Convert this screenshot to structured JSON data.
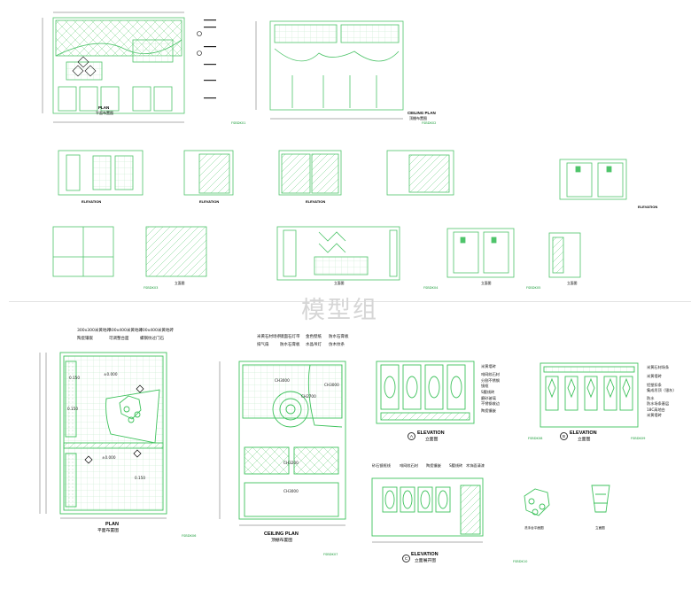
{
  "watermark": "模型组",
  "top": {
    "plan_title": "PLAN",
    "plan_sub": "平面布置图",
    "ceiling_title": "CEILING PLAN",
    "ceiling_sub": "顶棚布置图",
    "elev_title": "ELEVATION",
    "elev_sub": "立面图"
  },
  "plan": {
    "title": "PLAN",
    "subtitle": "平面布置图",
    "notes": [
      "300x300米黄地砖",
      "陶瓷镶嵌",
      "400x400米黄地砖",
      "可调整台面",
      "400x400米黄地砖",
      "螺钢纹过门石"
    ],
    "levels": [
      "±0.000",
      "±0.000",
      "0.150",
      "0.150",
      "0.150"
    ]
  },
  "ceiling": {
    "title": "CEILING PLAN",
    "subtitle": "顶棚布置图",
    "notes_top": [
      "米黄石材场条",
      "排气扇",
      "镜面石灯带",
      "防水石膏板",
      "金色壁纸",
      "水晶吊灯",
      "防水石膏板",
      "仿木纹条"
    ],
    "rooms": [
      "CH3000",
      "CH3000",
      "CH2700",
      "CH3200",
      "CH3000"
    ]
  },
  "elev_a": {
    "badge": "A",
    "title": "ELEVATION",
    "subtitle": "立面图",
    "notes": [
      "米黄墙砖",
      "啡网纹石材",
      "分割不锈钢",
      "镜框",
      "S腰线砖",
      "磨砂玻璃",
      "不锈钢收边",
      "陶瓷镶嵌"
    ]
  },
  "elev_b": {
    "badge": "B",
    "title": "ELEVATION",
    "subtitle": "立面图",
    "notes": [
      "米黄石材场条",
      "米黄墙砖",
      "铝塑扣条",
      "集成吊顶（银灰）",
      "防水",
      "防水场条基层",
      "18C高地台",
      "米黄墙砖"
    ]
  },
  "elev_c": {
    "badge": "C",
    "title": "ELEVATION",
    "subtitle": "立面展开图",
    "notes": [
      "砂石镜框线",
      "啡网纹石材",
      "陶瓷镶嵌",
      "S腰线砖",
      "木饰面清漆"
    ]
  },
  "detail": {
    "sub1": "洗手台平面图",
    "sub2": "立面图"
  },
  "stamps": [
    "FSBDK01",
    "FSBDK02",
    "FSBDK03",
    "FSBDK04",
    "FSBDK05",
    "FSBDK06",
    "FSBDK07",
    "FSBDK08",
    "FSBDK09",
    "FSBDK10"
  ]
}
